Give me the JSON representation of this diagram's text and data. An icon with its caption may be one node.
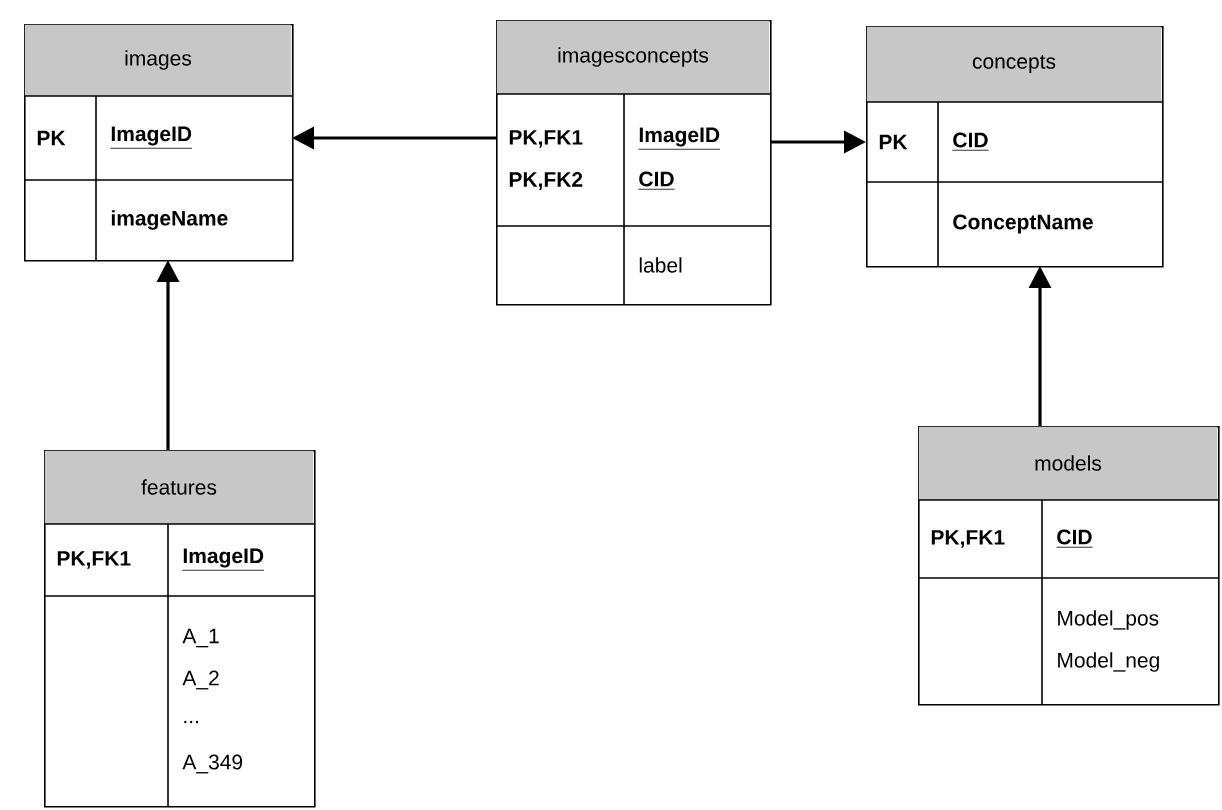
{
  "diagram": {
    "nodes": [
      {
        "text": [
          "images",
          "PK",
          "ImageID",
          "imageName"
        ]
      },
      {
        "text": [
          "imagesconcepts",
          "PK,FK1",
          "PK,FK2",
          "ImageID",
          "CID",
          "label"
        ]
      },
      {
        "text": [
          "concepts",
          "PK",
          "CID",
          "ConceptName"
        ]
      },
      {
        "text": [
          "features",
          "PK,FK1",
          "ImageID",
          "A_1",
          "A_2",
          "...",
          "A_349"
        ]
      },
      {
        "text": [
          "models",
          "PK,FK1",
          "CID",
          "Model_pos",
          "Model_neg"
        ]
      }
    ],
    "edges": [
      {
        "from": 1,
        "to": 0,
        "arrow": "to"
      },
      {
        "from": 1,
        "to": 2,
        "arrow": "to"
      },
      {
        "from": 3,
        "to": 0,
        "arrow": "to"
      },
      {
        "from": 4,
        "to": 2,
        "arrow": "to"
      }
    ]
  }
}
